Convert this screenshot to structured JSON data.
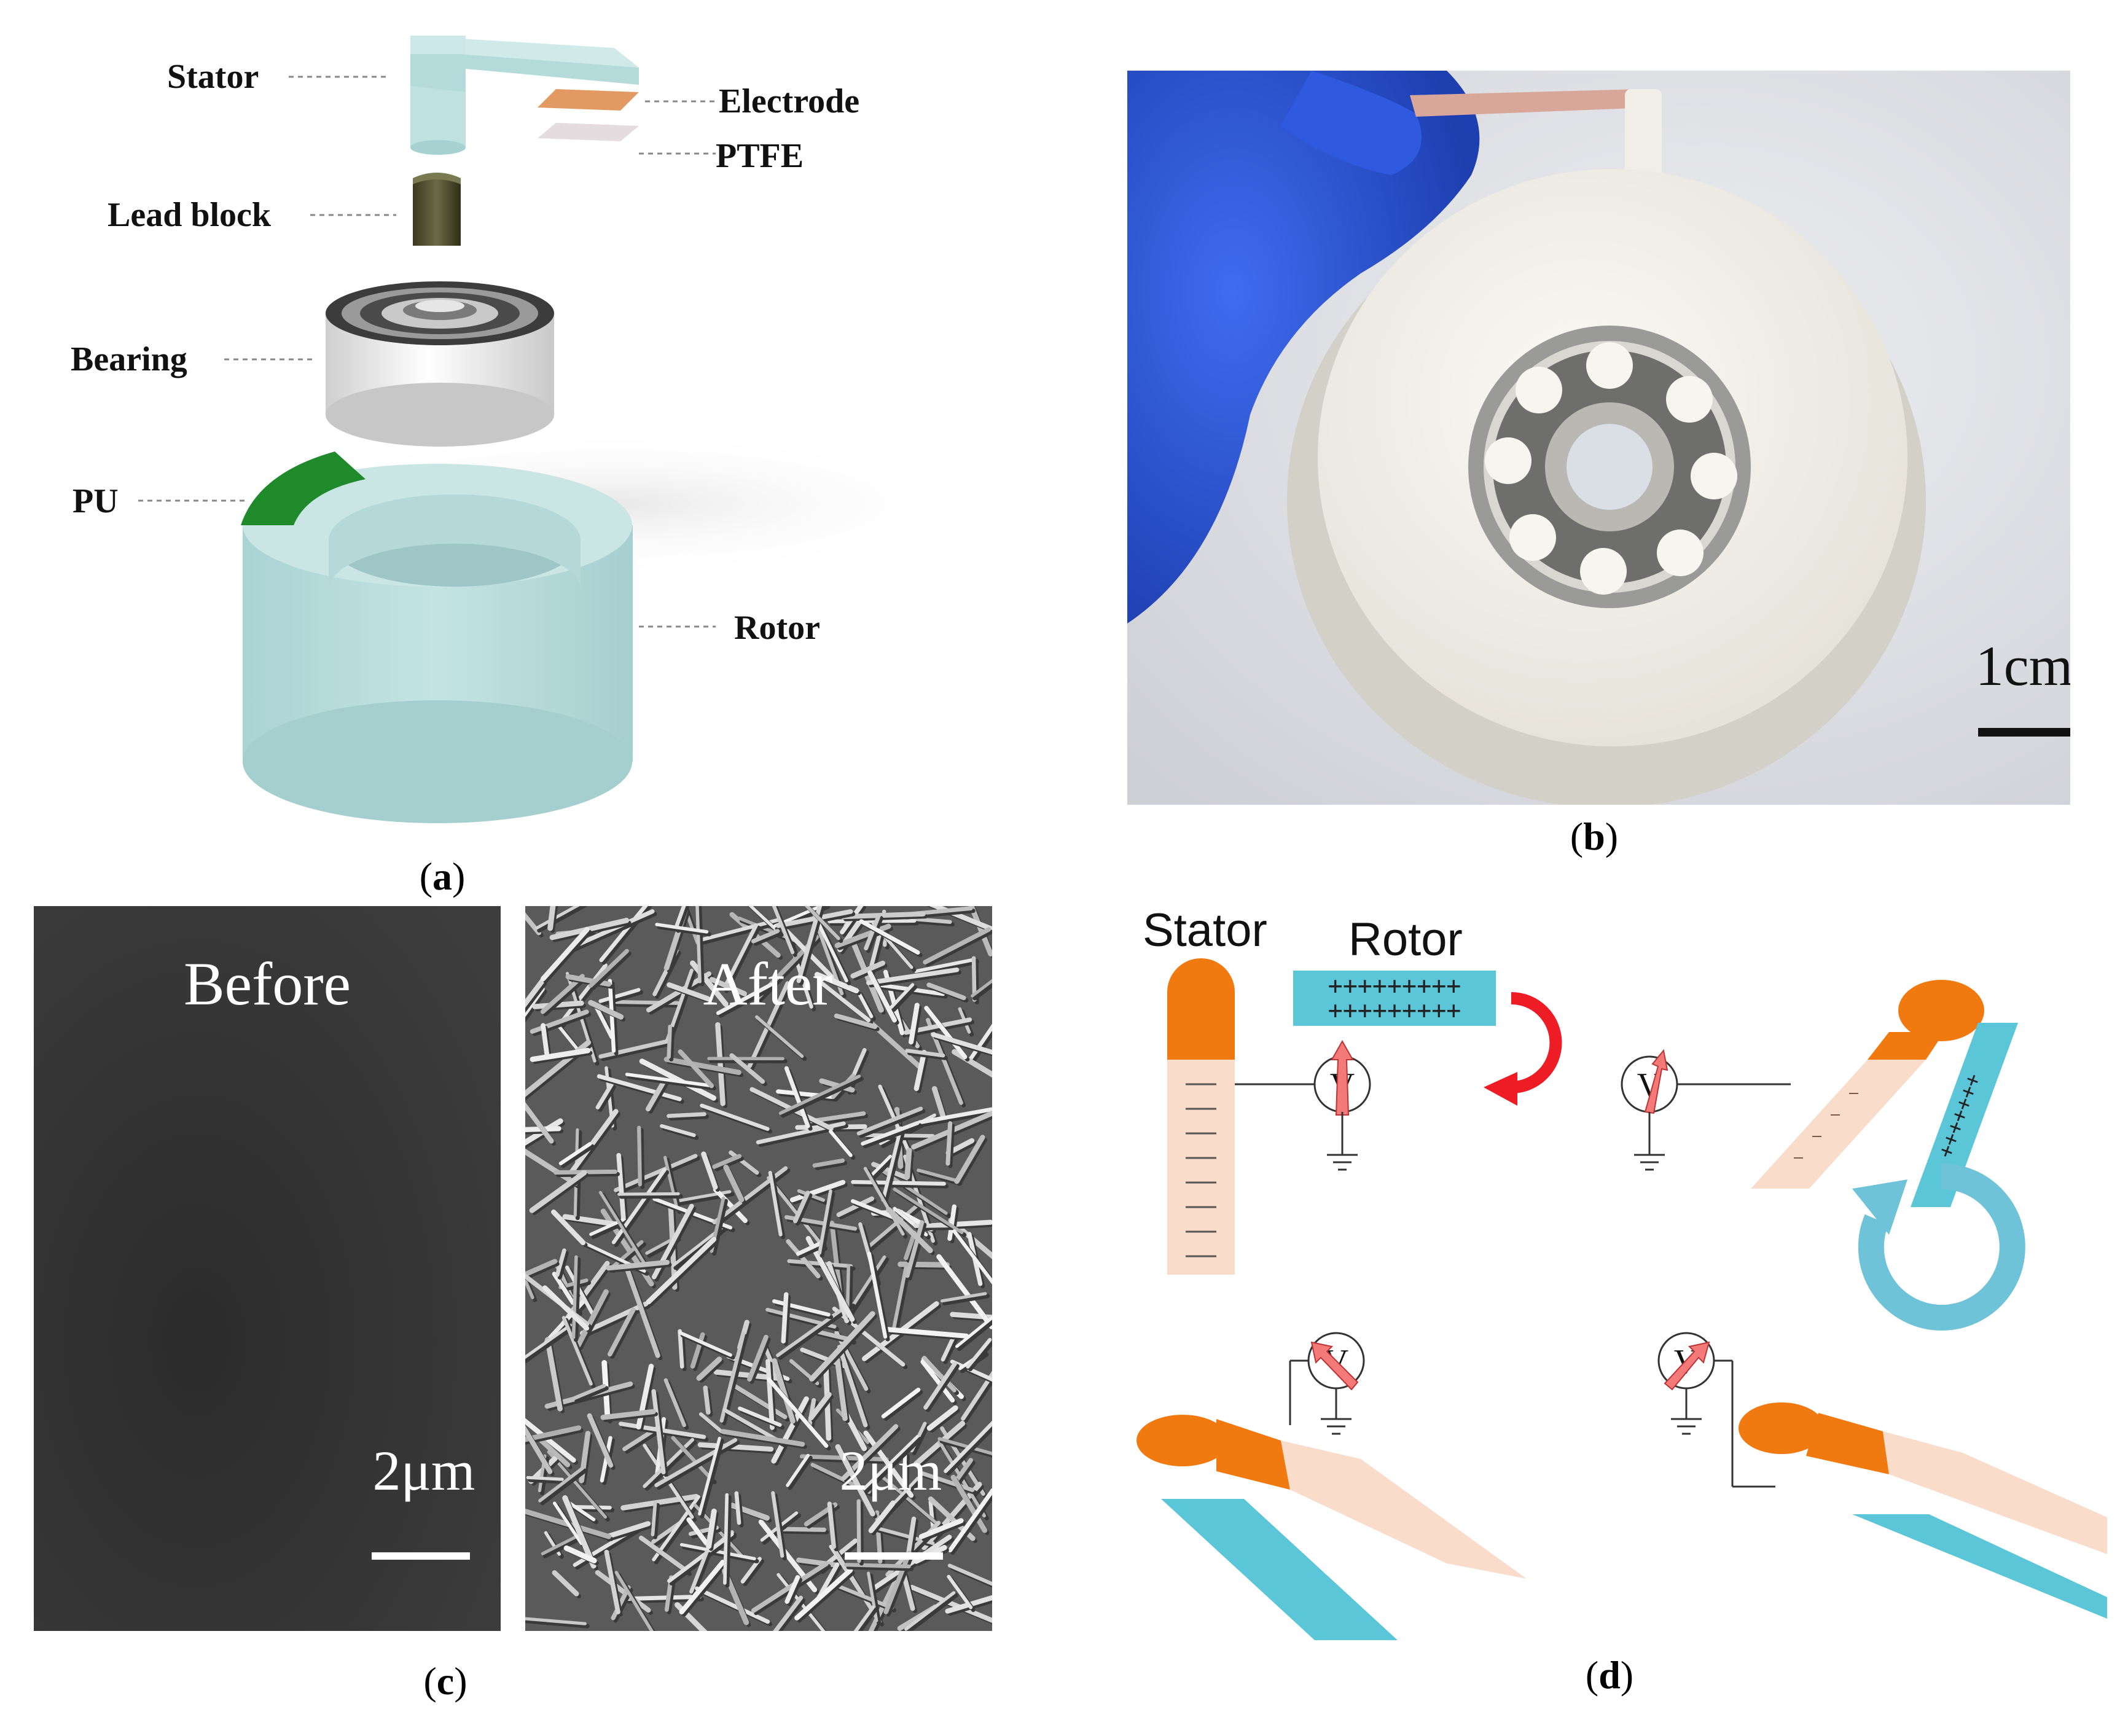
{
  "panel_a": {
    "caption": {
      "open": "(",
      "letter": "a",
      "close": ")"
    },
    "labels": {
      "stator": "Stator",
      "electrode": "Electrode",
      "ptfe": "PTFE",
      "lead_block": "Lead block",
      "bearing": "Bearing",
      "pu": "PU",
      "rotor": "Rotor"
    },
    "colors": {
      "rotor": "#b6dcdc",
      "pu": "#1f8a2a",
      "electrode": "#e39a62",
      "ptfe": "#e4dcdf",
      "lead": "#4b4a2c"
    }
  },
  "panel_b": {
    "caption": {
      "open": "(",
      "letter": "b",
      "close": ")"
    },
    "scale_label": "1cm",
    "colors": {
      "glove": "#2c56d8",
      "background": "#e6e7ec",
      "disk": "#f7f6f2"
    }
  },
  "panel_c": {
    "caption": {
      "open": "(",
      "letter": "c",
      "close": ")"
    },
    "before": {
      "label": "Before",
      "scale_label": "2μm"
    },
    "after": {
      "label": "After",
      "scale_label": "2μm"
    }
  },
  "panel_d": {
    "caption": {
      "open": "(",
      "letter": "d",
      "close": ")"
    },
    "stator_label": "Stator",
    "rotor_label": "Rotor",
    "meter_symbol": "V",
    "colors": {
      "stator_head": "#f07a10",
      "stator_body": "#fadccb",
      "rotor": "#5bc6d8",
      "cycle": "#6fc3d9",
      "arrow_red": "#ee1c25"
    }
  }
}
